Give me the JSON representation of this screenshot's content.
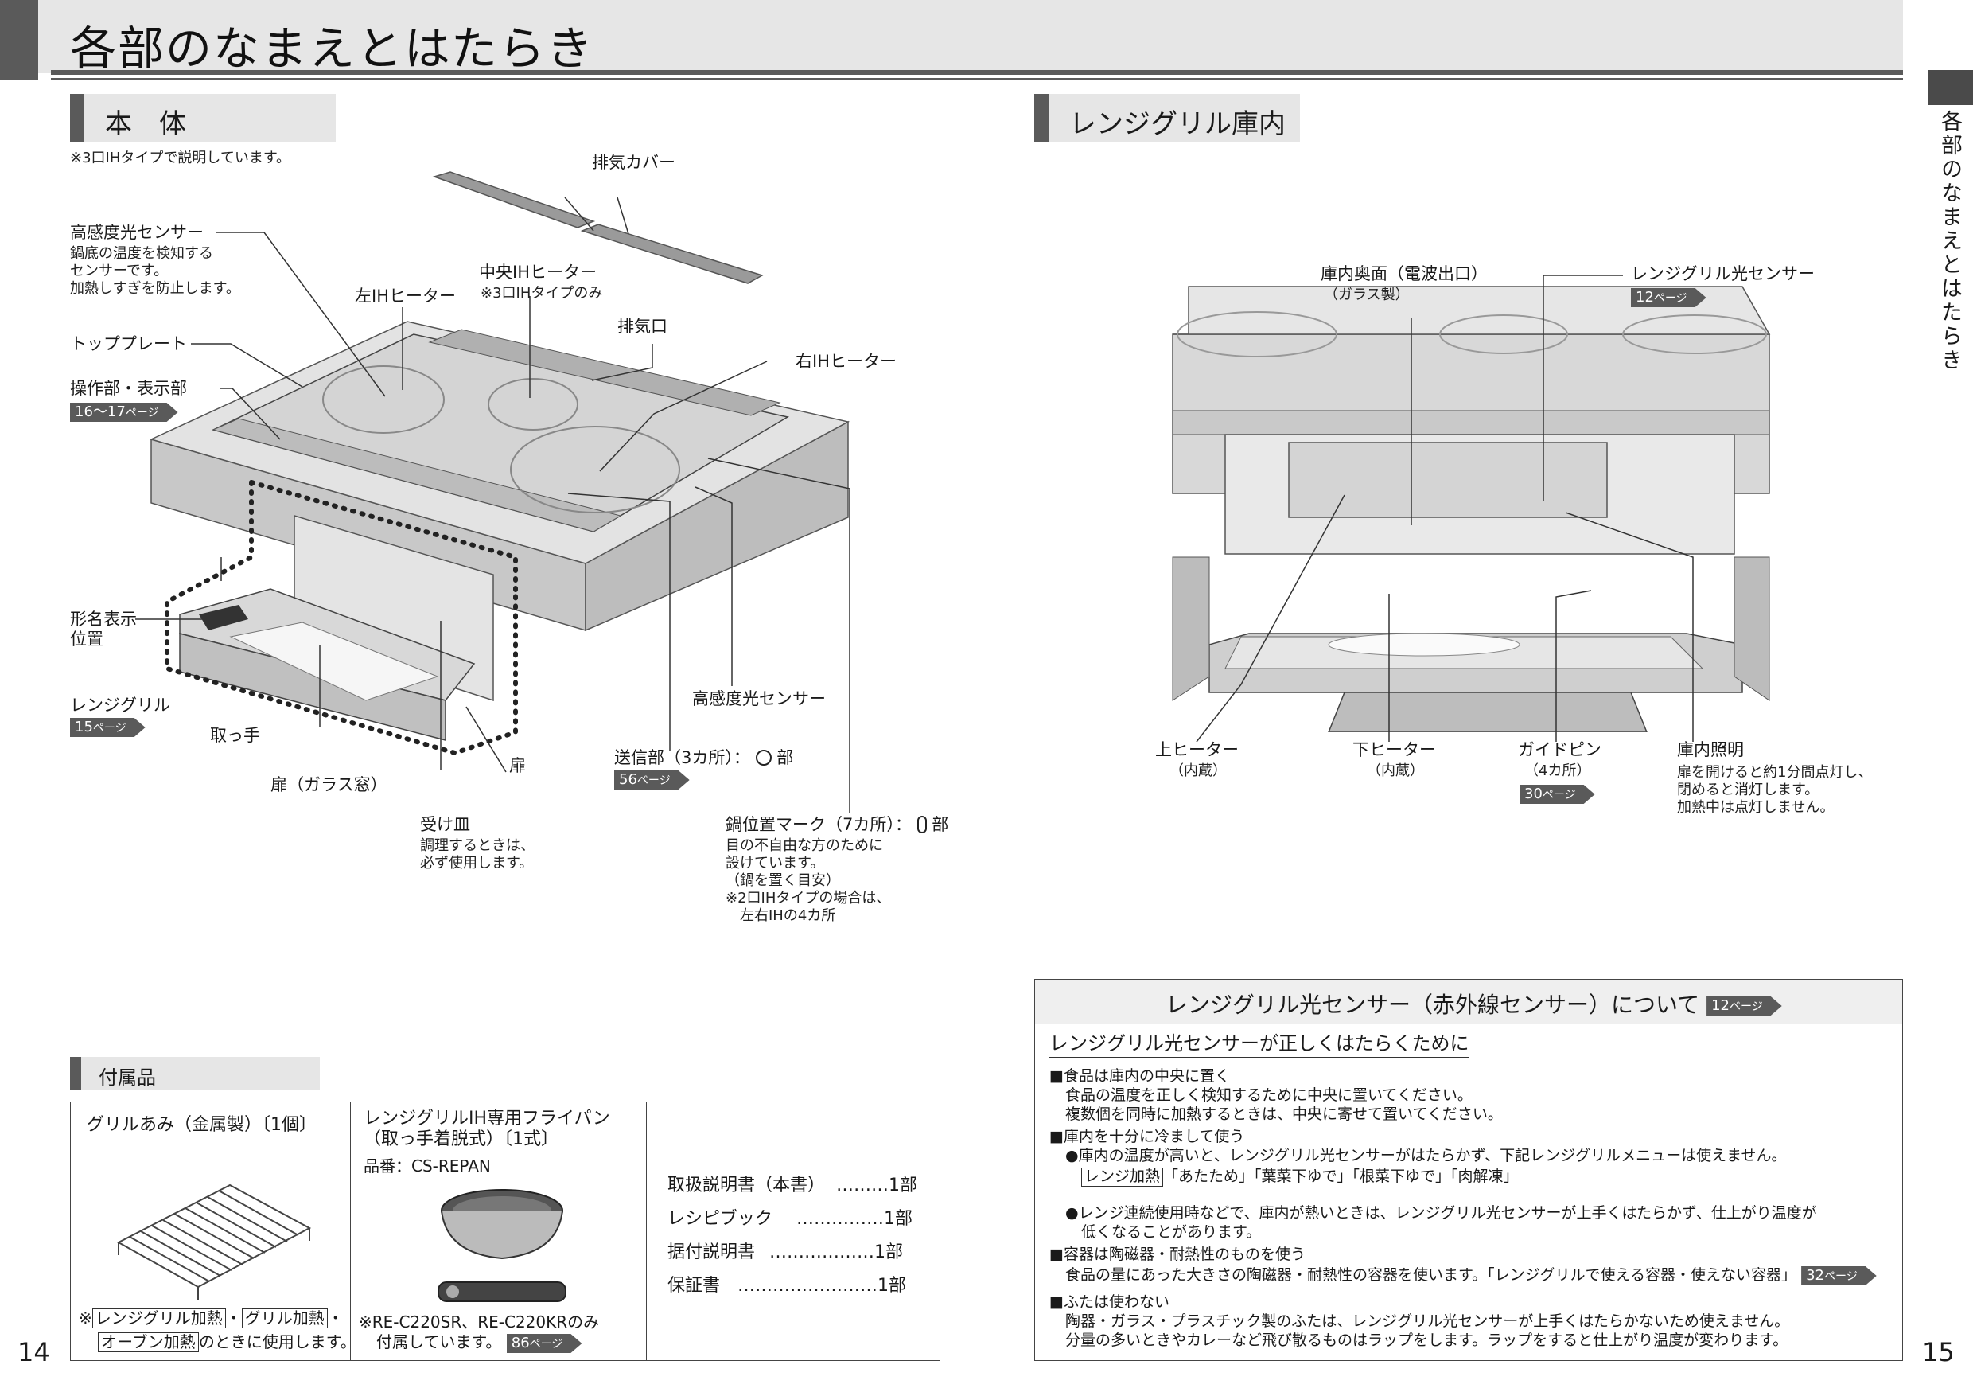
{
  "header": {
    "title": "各部のなまえとはたらき"
  },
  "side_index": {
    "label": "各部のなまえとはたらき"
  },
  "page_numbers": {
    "left": "14",
    "right": "15"
  },
  "body_section": {
    "title": "本　体",
    "note": "※3口IHタイプで説明しています。",
    "labels": {
      "exhaust_cover": "排気カバー",
      "sensor_top": "高感度光センサー",
      "sensor_top_desc": [
        "鍋底の温度を検知する",
        "センサーです。",
        "加熱しすぎを防止します。"
      ],
      "center_heater": "中央IHヒーター",
      "center_heater_note": "※3口IHタイプのみ",
      "left_heater": "左IHヒーター",
      "top_plate": "トッププレート",
      "exhaust_port": "排気口",
      "right_heater": "右IHヒーター",
      "control": "操作部・表示部",
      "control_ref": "16～17",
      "model_pos": [
        "形名表示",
        "位置"
      ],
      "grill": "レンジグリル",
      "grill_ref": "15",
      "handle": "取っ手",
      "door_glass": "扉（ガラス窓）",
      "sensor_mid": "高感度光センサー",
      "transmitter": "送信部（3カ所）：",
      "transmitter_part": "部",
      "transmitter_ref": "56",
      "door": "扉",
      "tray": "受け皿",
      "tray_desc": [
        "調理するときは、",
        "必ず使用します。"
      ],
      "pot_mark": "鍋位置マーク（7カ所）：",
      "pot_mark_part": "部",
      "pot_mark_desc": [
        "目の不自由な方のために",
        "設けています。",
        "（鍋を置く目安）",
        "※2口IHタイプの場合は、",
        "　左右IHの4カ所"
      ]
    }
  },
  "grill_section": {
    "title": "レンジグリル庫内",
    "labels": {
      "back_face": "庫内奥面（電波出口）",
      "back_face_note": "（ガラス製）",
      "light_sensor": "レンジグリル光センサー",
      "light_sensor_ref": "12",
      "upper_heater": "上ヒーター",
      "upper_heater_note": "（内蔵）",
      "lower_heater": "下ヒーター",
      "lower_heater_note": "（内蔵）",
      "guide_pin": "ガイドピン",
      "guide_pin_note": "（4カ所）",
      "guide_pin_ref": "30",
      "lamp": "庫内照明",
      "lamp_desc": [
        "扉を開けると約1分間点灯し、",
        "閉めると消灯します。",
        "加熱中は点灯しません。"
      ]
    }
  },
  "ref_suffix": "ページ",
  "accessories": {
    "title": "付属品",
    "grill_net": "グリルあみ（金属製）〔1個〕",
    "grill_net_note": {
      "prefix": "※",
      "b1": "レンジグリル加熱",
      "sep1": "・",
      "b2": "グリル加熱",
      "sep2": "・",
      "b3": "オーブン加熱",
      "suffix": "のときに使用します。"
    },
    "pan": [
      "レンジグリルIH専用フライパン",
      "（取っ手着脱式）〔1式〕"
    ],
    "pan_model": "品番：CS-REPAN",
    "pan_note": [
      "※RE-C220SR、RE-C220KRのみ",
      "付属しています。"
    ],
    "pan_ref": "86",
    "documents": [
      {
        "name": "取扱説明書（本書）",
        "dots": "………",
        "qty": "1部"
      },
      {
        "name": "レシピブック",
        "dots": "……………",
        "qty": "1部"
      },
      {
        "name": "据付説明書",
        "dots": "………………",
        "qty": "1部"
      },
      {
        "name": "保証書",
        "dots": "……………………",
        "qty": "1部"
      }
    ]
  },
  "sensor_box": {
    "title": "レンジグリル光センサー（赤外線センサー）について",
    "title_ref": "12",
    "subtitle": "レンジグリル光センサーが正しくはたらくために",
    "h1": "■食品は庫内の中央に置く",
    "h1_lines": [
      "食品の温度を正しく検知するために中央に置いてください。",
      "複数個を同時に加熱するときは、中央に寄せて置いてください。"
    ],
    "h2": "■庫内を十分に冷まして使う",
    "h2_b1": "●庫内の温度が高いと、レンジグリル光センサーがはたらかず、下記レンジグリルメニューは使えません。",
    "h2_box": "レンジ加熱",
    "h2_menus": "「あたため」「葉菜下ゆで」「根菜下ゆで」「肉解凍」",
    "h2_b2": [
      "●レンジ連続使用時などで、庫内が熱いときは、レンジグリル光センサーが上手くはたらかず、仕上がり温度が",
      "低くなることがあります。"
    ],
    "h3": "■容器は陶磁器・耐熱性のものを使う",
    "h3_line": "食品の量にあった大きさの陶磁器・耐熱性の容器を使います。「レンジグリルで使える容器・使えない容器」",
    "h3_ref": "32",
    "h4": "■ふたは使わない",
    "h4_lines": [
      "陶器・ガラス・プラスチック製のふたは、レンジグリル光センサーが上手くはたらかないため使えません。",
      "分量の多いときやカレーなど飛び散るものはラップをします。ラップをすると仕上がり温度が変わります。"
    ]
  }
}
